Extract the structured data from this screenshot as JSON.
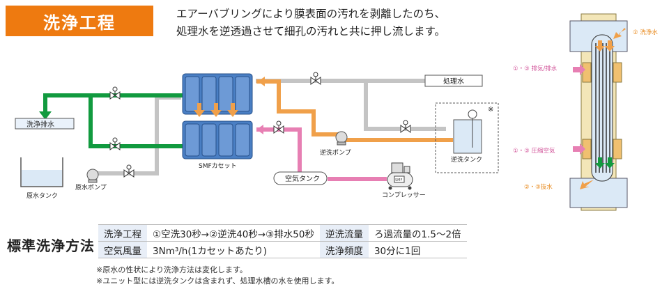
{
  "header": {
    "title": "洗浄工程",
    "description_line1": "エアーバブリングにより膜表面の汚れを剥離したのち、",
    "description_line2": "処理水を逆透過させて細孔の汚れと共に押し流します。"
  },
  "diagram": {
    "labels": {
      "drain": "洗浄排水",
      "treated_water": "処理水",
      "smf_cassette": "SMFカセット",
      "raw_tank": "原水タンク",
      "raw_pump": "原水ポンプ",
      "air_tank": "空気タンク",
      "compressor": "コンプレッサー",
      "backwash_pump": "逆洗ポンプ",
      "backwash_tank": "逆洗タンク",
      "note_mark": "※",
      "compressor_nameplate": "SMF"
    },
    "colors": {
      "green": "#119a3f",
      "orange": "#f0a04a",
      "pink": "#e77fb3",
      "gray": "#c4c4c4",
      "cassette_blue": "#4a7fc4"
    },
    "module_callouts": {
      "wash_water": "② 洗浄水",
      "exhaust_drain": "①・③ 排気/排水",
      "compressed_air": "①・③ 圧縮空気",
      "drain_out": "②・③抜水"
    }
  },
  "standard": {
    "title": "標準洗浄方法",
    "rows": [
      {
        "h1": "洗浄工程",
        "v1": "①空洗30秒→②逆洗40秒→③排水50秒",
        "h2": "逆洗流量",
        "v2": "ろ過流量の1.5〜2倍"
      },
      {
        "h1": "空気風量",
        "v1": "3Nm³/h(1カセットあたり)",
        "h2": "洗浄頻度",
        "v2": "30分に1回"
      }
    ]
  },
  "notes": [
    "※原水の性状により洗浄方法は変化します。",
    "※ユニット型には逆洗タンクは含まれず、処理水槽の水を使用します。"
  ]
}
